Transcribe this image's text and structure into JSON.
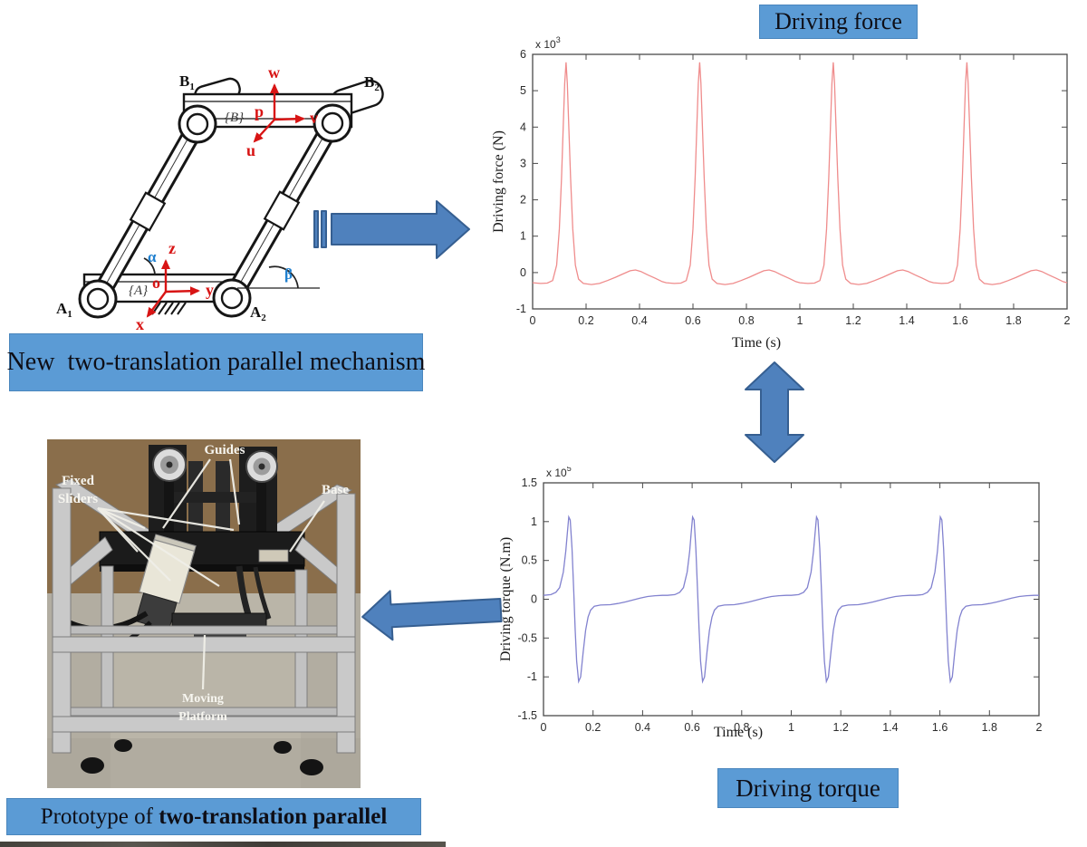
{
  "colors": {
    "banner_blue": "#5b9bd5",
    "banner_text": "#0e0e16",
    "arrow_fill": "#4f81bd",
    "arrow_stroke": "#365f91"
  },
  "banners": {
    "mechanism": "New  two-translation parallel mechanism",
    "prototype_prefix": "Prototype of ",
    "prototype_bold": "two-translation parallel",
    "driving_force": "Driving force",
    "driving_torque": "Driving torque"
  },
  "mech": {
    "a1": {
      "main": "A",
      "sub": "1"
    },
    "a2": {
      "main": "A",
      "sub": "2"
    },
    "b1": {
      "main": "B",
      "sub": "1"
    },
    "b2": {
      "main": "B",
      "sub": "2"
    },
    "frame_a": "{A}",
    "frame_b": "{B}",
    "origin_a": "o",
    "origin_b": "p",
    "axis_x": "x",
    "axis_y": "y",
    "axis_z": "z",
    "axis_u": "u",
    "axis_v": "v",
    "axis_w": "w",
    "alpha": "α",
    "beta": "β"
  },
  "photo": {
    "guides": "Guides",
    "fixed": "Fixed",
    "sliders": "Sliders",
    "base": "Base",
    "moving": "Moving",
    "platform": "Platform"
  },
  "chart_data": [
    {
      "type": "line",
      "name": "driving-force",
      "title": "Driving force",
      "xlabel": "Time (s)",
      "ylabel": "Driving force (N)",
      "y_exponent": 3,
      "xlim": [
        0,
        2
      ],
      "ylim": [
        -1,
        6
      ],
      "xticks": [
        0,
        0.2,
        0.4,
        0.6,
        0.8,
        1,
        1.2,
        1.4,
        1.6,
        1.8,
        2
      ],
      "yticks": [
        -1,
        0,
        1,
        2,
        3,
        4,
        5,
        6
      ],
      "line_color": "#ef8c8c",
      "grid": false,
      "legend": null,
      "periodic": {
        "period": 0.5,
        "repeats": 4
      },
      "cycle_points": [
        [
          0,
          -0.28
        ],
        [
          0.03,
          -0.3
        ],
        [
          0.055,
          -0.29
        ],
        [
          0.075,
          -0.22
        ],
        [
          0.09,
          0.2
        ],
        [
          0.1,
          1.2
        ],
        [
          0.108,
          2.6
        ],
        [
          0.115,
          4.1
        ],
        [
          0.12,
          5.2
        ],
        [
          0.125,
          5.78
        ],
        [
          0.13,
          5.2
        ],
        [
          0.135,
          4.1
        ],
        [
          0.142,
          2.6
        ],
        [
          0.15,
          1.2
        ],
        [
          0.16,
          0.2
        ],
        [
          0.172,
          -0.18
        ],
        [
          0.19,
          -0.3
        ],
        [
          0.22,
          -0.33
        ],
        [
          0.25,
          -0.3
        ],
        [
          0.28,
          -0.22
        ],
        [
          0.31,
          -0.13
        ],
        [
          0.34,
          -0.03
        ],
        [
          0.365,
          0.05
        ],
        [
          0.385,
          0.07
        ],
        [
          0.405,
          0.03
        ],
        [
          0.43,
          -0.06
        ],
        [
          0.46,
          -0.16
        ],
        [
          0.485,
          -0.25
        ]
      ],
      "end_point": [
        2,
        -0.28
      ]
    },
    {
      "type": "line",
      "name": "driving-torque",
      "title": "Driving torque",
      "xlabel": "Time (s)",
      "ylabel": "Driving torque (N.m)",
      "y_exponent": 5,
      "xlim": [
        0,
        2
      ],
      "ylim": [
        -1.5,
        1.5
      ],
      "xticks": [
        0,
        0.2,
        0.4,
        0.6,
        0.8,
        1,
        1.2,
        1.4,
        1.6,
        1.8,
        2
      ],
      "yticks": [
        -1.5,
        -1,
        -0.5,
        0,
        0.5,
        1,
        1.5
      ],
      "line_color": "#8282cf",
      "grid": false,
      "legend": null,
      "periodic": {
        "period": 0.5,
        "repeats": 4
      },
      "cycle_points": [
        [
          0,
          0.05
        ],
        [
          0.03,
          0.06
        ],
        [
          0.05,
          0.09
        ],
        [
          0.065,
          0.15
        ],
        [
          0.08,
          0.35
        ],
        [
          0.09,
          0.62
        ],
        [
          0.096,
          0.85
        ],
        [
          0.102,
          1.06
        ],
        [
          0.108,
          1.02
        ],
        [
          0.115,
          0.65
        ],
        [
          0.122,
          0.1
        ],
        [
          0.128,
          -0.4
        ],
        [
          0.134,
          -0.8
        ],
        [
          0.142,
          -1.06
        ],
        [
          0.15,
          -1.0
        ],
        [
          0.16,
          -0.68
        ],
        [
          0.17,
          -0.4
        ],
        [
          0.18,
          -0.23
        ],
        [
          0.19,
          -0.14
        ],
        [
          0.205,
          -0.09
        ],
        [
          0.23,
          -0.075
        ],
        [
          0.27,
          -0.07
        ],
        [
          0.3,
          -0.055
        ],
        [
          0.33,
          -0.035
        ],
        [
          0.36,
          -0.01
        ],
        [
          0.39,
          0.015
        ],
        [
          0.42,
          0.035
        ],
        [
          0.45,
          0.045
        ],
        [
          0.48,
          0.05
        ]
      ],
      "end_point": [
        2,
        0.05
      ]
    }
  ]
}
